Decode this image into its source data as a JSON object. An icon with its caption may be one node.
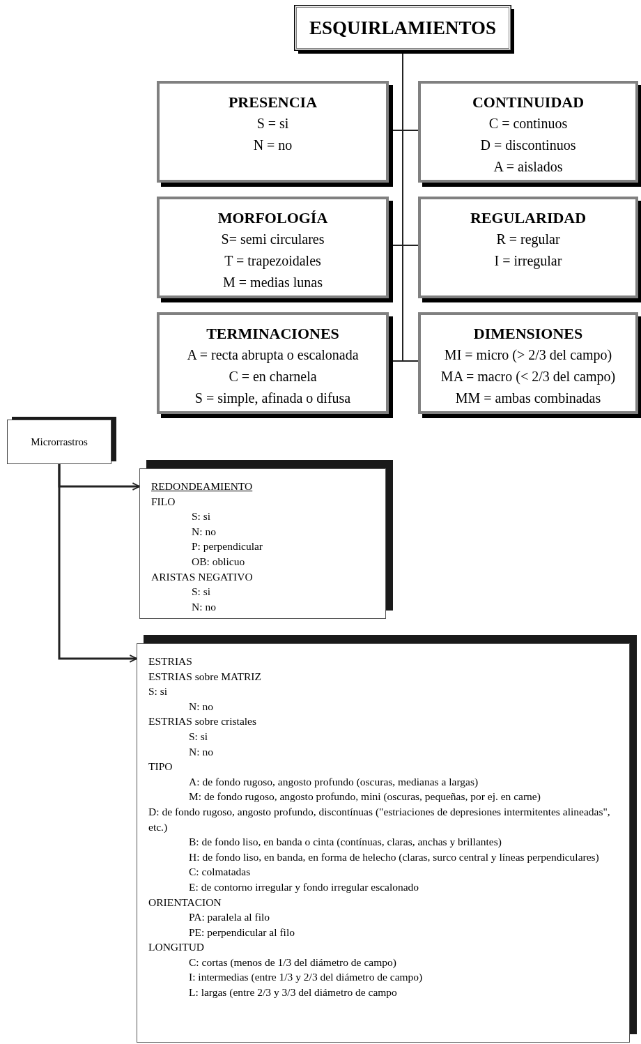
{
  "diagram": {
    "nodes": [
      {
        "text": [
          "ESQUIRLAMIENTOS"
        ]
      },
      {
        "text": [
          "PRESENCIA",
          "S = si",
          "N = no"
        ]
      },
      {
        "text": [
          "CONTINUIDAD",
          "C = continuos",
          "D = discontinuos",
          "A = aislados"
        ]
      },
      {
        "text": [
          "MORFOLOGÍA",
          "S= semi circulares",
          "T = trapezoidales",
          "M = medias lunas"
        ]
      },
      {
        "text": [
          "REGULARIDAD",
          "R = regular",
          "I = irregular"
        ]
      },
      {
        "text": [
          "TERMINACIONES",
          "A = recta abrupta o escalonada",
          "C = en charnela",
          "S = simple, afinada o difusa"
        ]
      },
      {
        "text": [
          "DIMENSIONES",
          "MI = micro (> 2/3 del campo)",
          "MA = macro (< 2/3 del campo)",
          "MM = ambas combinadas"
        ]
      },
      {
        "text": [
          "Microrrastros"
        ]
      },
      {
        "text": [
          "REDONDEAMIENTO",
          "FILO",
          "S: si",
          "N: no",
          "P: perpendicular",
          "OB: oblicuo",
          "ARISTAS NEGATIVO",
          "S: si",
          "N: no"
        ]
      },
      {
        "text": [
          "ESTRIAS",
          "ESTRIAS sobre MATRIZ",
          "S: si",
          "N: no",
          "ESTRIAS sobre cristales",
          "S: si",
          "N: no",
          "TIPO",
          "A: de fondo rugoso, angosto profundo (oscuras, medianas a largas)",
          "M: de fondo rugoso, angosto profundo, mini (oscuras, pequeñas, por ej. en carne)",
          "D: de fondo rugoso, angosto profundo, discontínuas (\"estriaciones de depresiones intermitentes alineadas\", etc.)",
          "B: de fondo liso, en banda o cinta (contínuas, claras, anchas y brillantes)",
          "H: de fondo liso, en banda, en forma de helecho (claras, surco central y líneas perpendiculares)",
          "C: colmatadas",
          "E: de contorno irregular y fondo irregular escalonado",
          "ORIENTACION",
          "PA: paralela al filo",
          "PE: perpendicular al filo",
          "LONGITUD",
          "C: cortas (menos de 1/3 del diámetro de campo)",
          "I: intermedias (entre 1/3 y 2/3 del diámetro de campo)",
          "L: largas (entre 2/3 y 3/3 del diámetro de campo"
        ]
      }
    ],
    "edges": [
      {
        "from": 0,
        "to": 1,
        "arrow": "none"
      },
      {
        "from": 0,
        "to": 2,
        "arrow": "none"
      },
      {
        "from": 0,
        "to": 3,
        "arrow": "none"
      },
      {
        "from": 0,
        "to": 4,
        "arrow": "none"
      },
      {
        "from": 0,
        "to": 5,
        "arrow": "none"
      },
      {
        "from": 0,
        "to": 6,
        "arrow": "none"
      },
      {
        "from": 7,
        "to": 8,
        "arrow": "to"
      },
      {
        "from": 7,
        "to": 9,
        "arrow": "to"
      }
    ]
  }
}
